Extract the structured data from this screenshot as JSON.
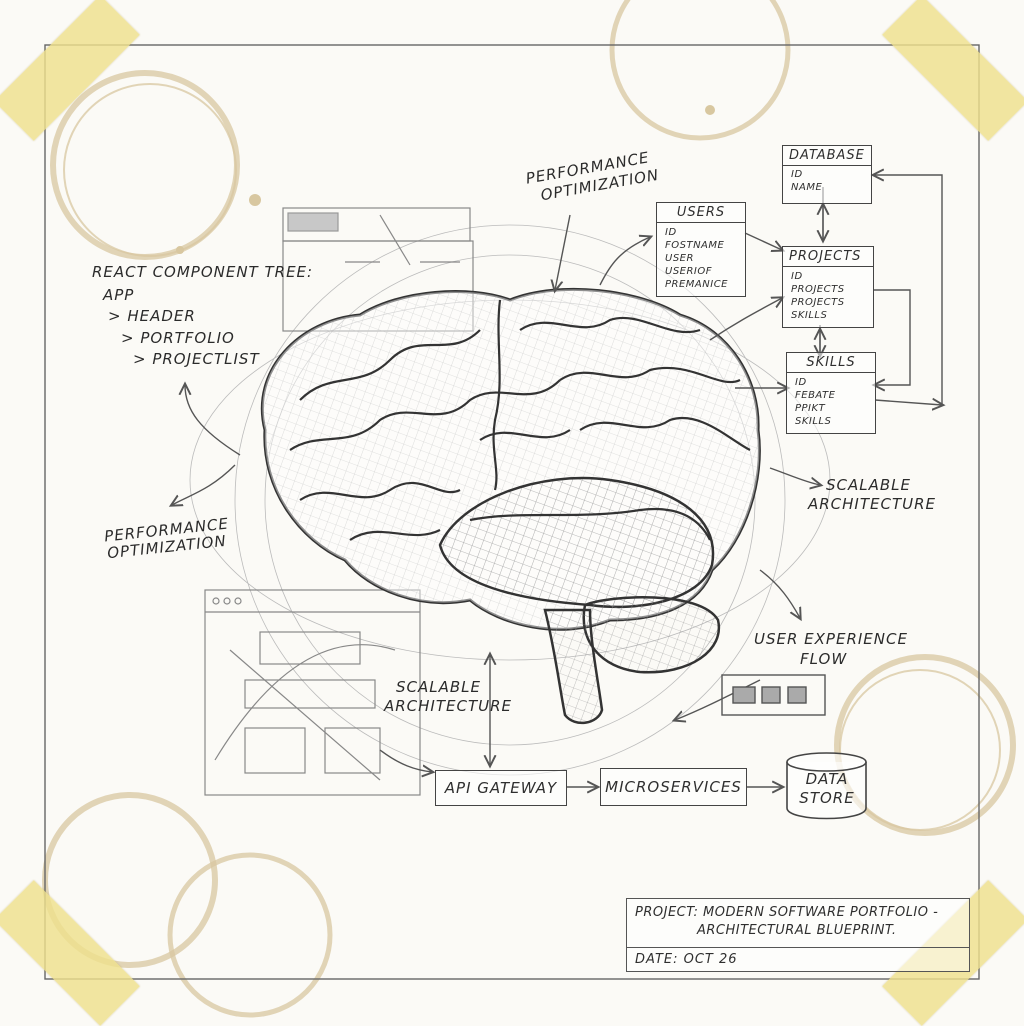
{
  "tree": {
    "title": "REACT COMPONENT TREE:",
    "lines": [
      "APP",
      "> HEADER",
      "> PORTFOLIO",
      "> PROJECTLIST"
    ]
  },
  "annotations": {
    "perf_top": [
      "PERFORMANCE",
      "OPTIMIZATION"
    ],
    "perf_left": [
      "PERFORMANCE",
      "OPTIMIZATION"
    ],
    "scalable_right": [
      "SCALABLE",
      "ARCHITECTURE"
    ],
    "scalable_bottom": [
      "SCALABLE",
      "ARCHITECTURE"
    ],
    "ux_flow": [
      "USER EXPERIENCE",
      "FLOW"
    ]
  },
  "tables": {
    "database": {
      "title": "DATABASE",
      "rows": [
        "ID",
        "NAME"
      ]
    },
    "users": {
      "title": "USERS",
      "rows": [
        "ID",
        "FOSTNAME",
        "USER",
        "USERIOF",
        "PREMANICE"
      ]
    },
    "projects": {
      "title": "PROJECTS",
      "rows": [
        "ID",
        "PROJECTS",
        "PROJECTS",
        "SKILLS"
      ]
    },
    "skills": {
      "title": "SKILLS",
      "rows": [
        "ID",
        "FEBATE",
        "PPIKT",
        "SKILLS"
      ]
    }
  },
  "flow": {
    "api_gateway": "API GATEWAY",
    "microservices": "MICROSERVICES",
    "data_store": [
      "DATA",
      "STORE"
    ]
  },
  "title_block": {
    "project_line1": "PROJECT: MODERN SOFTWARE PORTFOLIO -",
    "project_line2": "ARCHITECTURAL BLUEPRINT.",
    "date": "DATE:  OCT 26"
  }
}
